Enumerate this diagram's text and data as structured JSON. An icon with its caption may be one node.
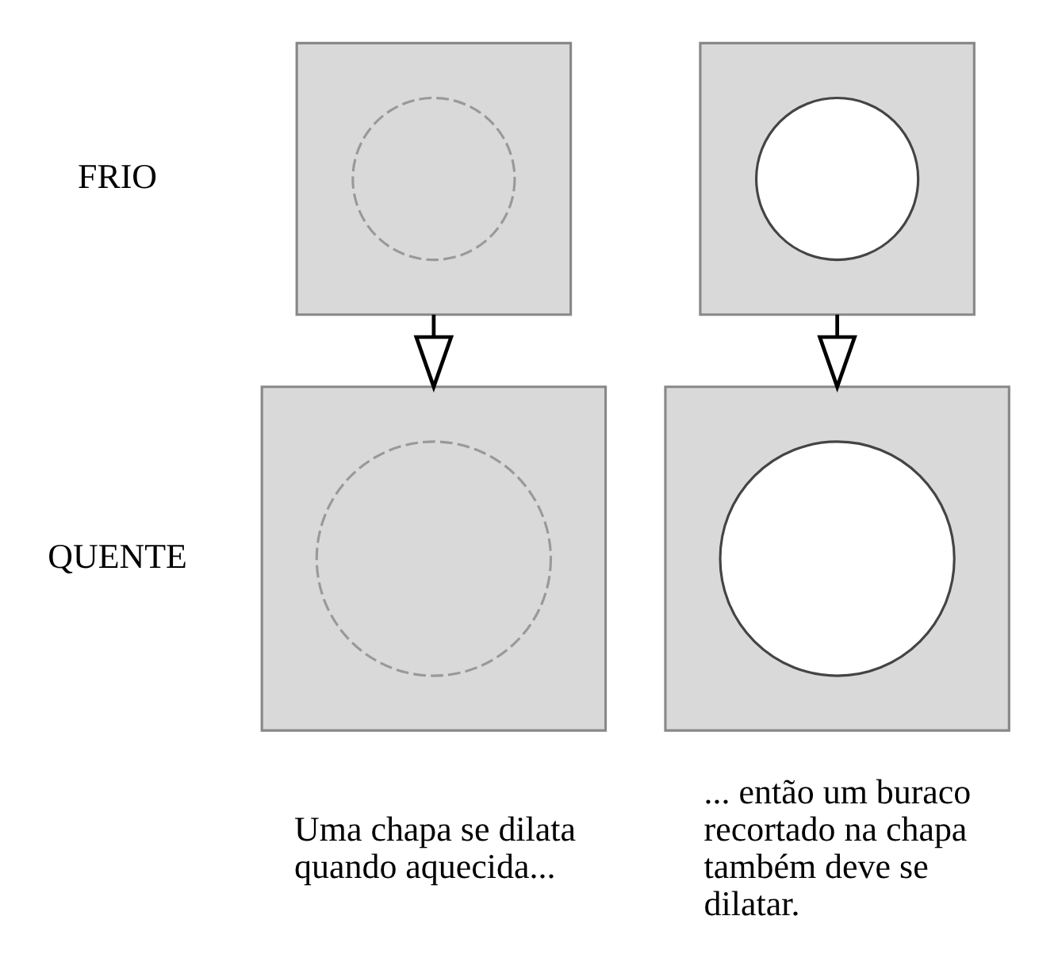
{
  "diagram": {
    "nodes": [
      {
        "text": [],
        "shape": "box"
      },
      {
        "text": [],
        "shape": "circle",
        "in": 0
      },
      {
        "text": [],
        "shape": "box"
      },
      {
        "text": [],
        "shape": "circle",
        "in": 2
      },
      {
        "text": [],
        "shape": "box"
      },
      {
        "text": [],
        "shape": "circle",
        "in": 4
      },
      {
        "text": [],
        "shape": "box"
      },
      {
        "text": [],
        "shape": "circle",
        "in": 6
      }
    ],
    "edges": [
      {
        "from": 0,
        "to": 4,
        "arrow": "to"
      },
      {
        "from": 2,
        "to": 6,
        "arrow": "to"
      }
    ],
    "labels": [
      "FRIO",
      "QUENTE",
      "Uma chapa se dilata quando aquecida...",
      "... então um buraco recortado na chapa também deve se dilatar."
    ]
  }
}
